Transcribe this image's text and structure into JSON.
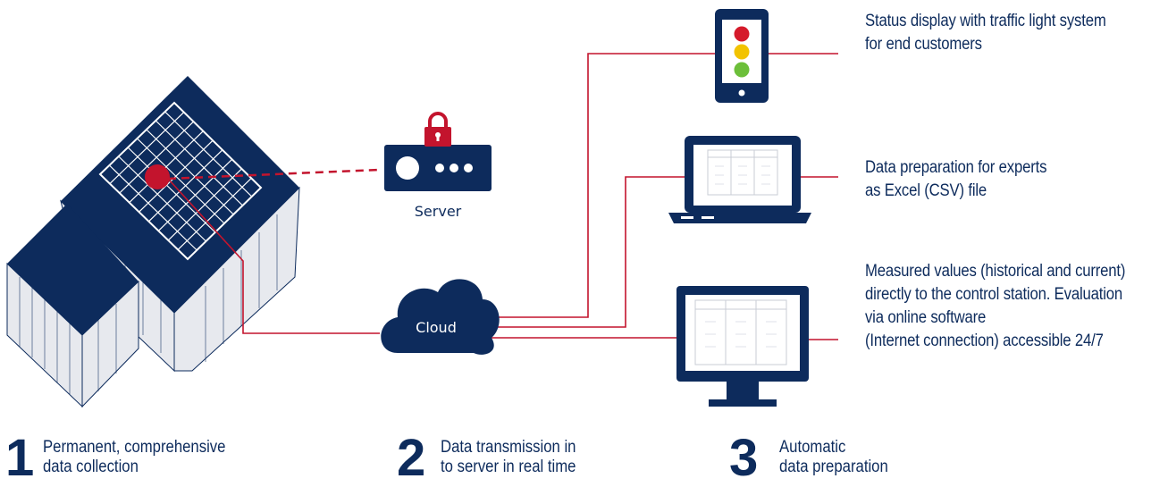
{
  "labels": {
    "server": "Server",
    "cloud": "Cloud"
  },
  "outputs": {
    "status": [
      "Status display with traffic light system",
      "for end customers"
    ],
    "experts": [
      "Data preparation for experts",
      "as Excel (CSV) file"
    ],
    "control": [
      "Measured values (historical and current)",
      "directly to the control station. Evaluation",
      "via online software",
      "(Internet connection) accessible 24/7"
    ]
  },
  "steps": [
    {
      "number": "1",
      "lines": [
        "Permanent, comprehensive",
        "data collection"
      ]
    },
    {
      "number": "2",
      "lines": [
        "Data transmission in",
        "to server in real time"
      ]
    },
    {
      "number": "3",
      "lines": [
        "Automatic",
        "data preparation"
      ]
    }
  ],
  "colors": {
    "navy": "#0d2b5c",
    "red": "#c3142d",
    "wall": "#e7e9ee",
    "traffic_red": "#d51a2b",
    "traffic_yellow": "#f2c300",
    "traffic_green": "#6cbf3a"
  },
  "icons": [
    "house-icon",
    "solar-panel-icon",
    "sensor-icon",
    "server-icon",
    "lock-icon",
    "cloud-icon",
    "smartphone-icon",
    "laptop-icon",
    "monitor-icon"
  ]
}
